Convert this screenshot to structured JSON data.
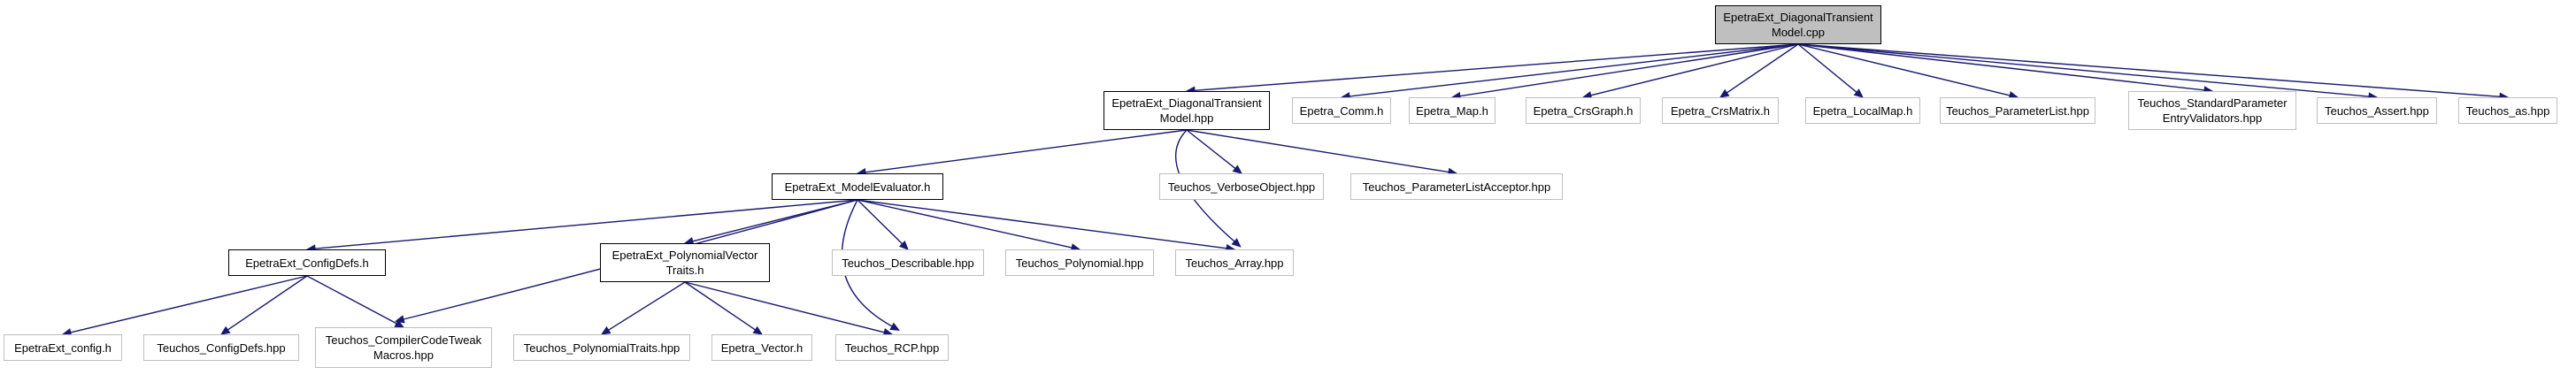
{
  "diagram": {
    "nodes": {
      "root": {
        "label": "EpetraExt_DiagonalTransient\nModel.cpp"
      },
      "dtm_hpp": {
        "label": "EpetraExt_DiagonalTransient\nModel.hpp"
      },
      "epetra_comm": {
        "label": "Epetra_Comm.h"
      },
      "epetra_map": {
        "label": "Epetra_Map.h"
      },
      "epetra_crsgraph": {
        "label": "Epetra_CrsGraph.h"
      },
      "epetra_crsmatrix": {
        "label": "Epetra_CrsMatrix.h"
      },
      "epetra_localmap": {
        "label": "Epetra_LocalMap.h"
      },
      "teuchos_plist": {
        "label": "Teuchos_ParameterList.hpp"
      },
      "teuchos_spev": {
        "label": "Teuchos_StandardParameter\nEntryValidators.hpp"
      },
      "teuchos_assert": {
        "label": "Teuchos_Assert.hpp"
      },
      "teuchos_as": {
        "label": "Teuchos_as.hpp"
      },
      "model_evaluator": {
        "label": "EpetraExt_ModelEvaluator.h"
      },
      "teuchos_verbose": {
        "label": "Teuchos_VerboseObject.hpp"
      },
      "teuchos_pla": {
        "label": "Teuchos_ParameterListAcceptor.hpp"
      },
      "configdefs": {
        "label": "EpetraExt_ConfigDefs.h"
      },
      "polyvec": {
        "label": "EpetraExt_PolynomialVector\nTraits.h"
      },
      "teuchos_descr": {
        "label": "Teuchos_Describable.hpp"
      },
      "teuchos_poly": {
        "label": "Teuchos_Polynomial.hpp"
      },
      "teuchos_array": {
        "label": "Teuchos_Array.hpp"
      },
      "epetraext_config": {
        "label": "EpetraExt_config.h"
      },
      "teuchos_configdefs": {
        "label": "Teuchos_ConfigDefs.hpp"
      },
      "teuchos_cctm": {
        "label": "Teuchos_CompilerCodeTweak\nMacros.hpp"
      },
      "teuchos_polytraits": {
        "label": "Teuchos_PolynomialTraits.hpp"
      },
      "epetra_vector": {
        "label": "Epetra_Vector.h"
      },
      "teuchos_rcp": {
        "label": "Teuchos_RCP.hpp"
      }
    },
    "edges": [
      [
        "root",
        "dtm_hpp"
      ],
      [
        "root",
        "epetra_comm"
      ],
      [
        "root",
        "epetra_map"
      ],
      [
        "root",
        "epetra_crsgraph"
      ],
      [
        "root",
        "epetra_crsmatrix"
      ],
      [
        "root",
        "epetra_localmap"
      ],
      [
        "root",
        "teuchos_plist"
      ],
      [
        "root",
        "teuchos_spev"
      ],
      [
        "root",
        "teuchos_assert"
      ],
      [
        "root",
        "teuchos_as"
      ],
      [
        "dtm_hpp",
        "model_evaluator"
      ],
      [
        "dtm_hpp",
        "teuchos_verbose"
      ],
      [
        "dtm_hpp",
        "teuchos_pla"
      ],
      [
        "dtm_hpp",
        "teuchos_array"
      ],
      [
        "model_evaluator",
        "configdefs"
      ],
      [
        "model_evaluator",
        "polyvec"
      ],
      [
        "model_evaluator",
        "teuchos_descr"
      ],
      [
        "model_evaluator",
        "teuchos_poly"
      ],
      [
        "model_evaluator",
        "teuchos_array"
      ],
      [
        "model_evaluator",
        "teuchos_rcp"
      ],
      [
        "model_evaluator",
        "teuchos_cctm"
      ],
      [
        "configdefs",
        "epetraext_config"
      ],
      [
        "configdefs",
        "teuchos_configdefs"
      ],
      [
        "configdefs",
        "teuchos_cctm"
      ],
      [
        "polyvec",
        "teuchos_polytraits"
      ],
      [
        "polyvec",
        "epetra_vector"
      ],
      [
        "polyvec",
        "teuchos_rcp"
      ]
    ],
    "colors": {
      "edge": "#191970",
      "root_fill": "#bfbfbf",
      "internal_border": "#000000",
      "external_border": "#bfbfbf"
    }
  }
}
